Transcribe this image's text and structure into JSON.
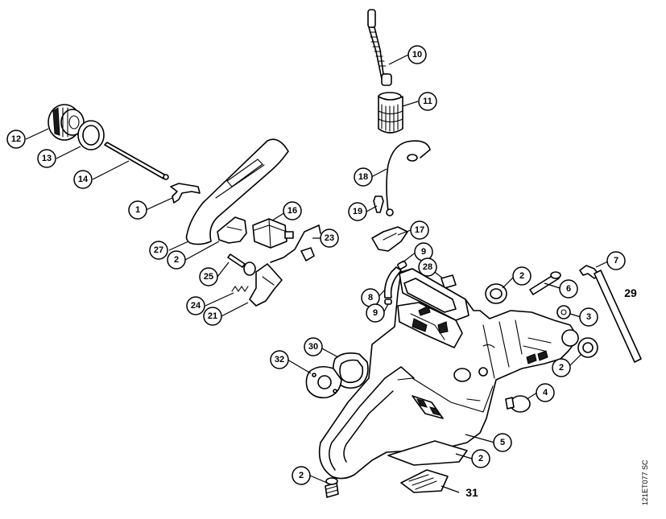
{
  "document_code": "121ET077 SC",
  "callouts": [
    {
      "id": "c10",
      "label": "10"
    },
    {
      "id": "c11",
      "label": "11"
    },
    {
      "id": "c12",
      "label": "12"
    },
    {
      "id": "c13",
      "label": "13"
    },
    {
      "id": "c14",
      "label": "14"
    },
    {
      "id": "c1",
      "label": "1"
    },
    {
      "id": "c16",
      "label": "16"
    },
    {
      "id": "c23",
      "label": "23"
    },
    {
      "id": "c27",
      "label": "27"
    },
    {
      "id": "c2a",
      "label": "2"
    },
    {
      "id": "c18",
      "label": "18"
    },
    {
      "id": "c19",
      "label": "19"
    },
    {
      "id": "c17",
      "label": "17"
    },
    {
      "id": "c9a",
      "label": "9"
    },
    {
      "id": "c25",
      "label": "25"
    },
    {
      "id": "c28",
      "label": "28"
    },
    {
      "id": "c2b",
      "label": "2"
    },
    {
      "id": "c6",
      "label": "6"
    },
    {
      "id": "c7",
      "label": "7"
    },
    {
      "id": "c8",
      "label": "8"
    },
    {
      "id": "c9b",
      "label": "9"
    },
    {
      "id": "c24",
      "label": "24"
    },
    {
      "id": "c21",
      "label": "21"
    },
    {
      "id": "c3",
      "label": "3"
    },
    {
      "id": "c30",
      "label": "30"
    },
    {
      "id": "c32",
      "label": "32"
    },
    {
      "id": "c2c",
      "label": "2"
    },
    {
      "id": "c4",
      "label": "4"
    },
    {
      "id": "c5",
      "label": "5"
    },
    {
      "id": "c2d",
      "label": "2"
    },
    {
      "id": "c2e",
      "label": "2"
    }
  ],
  "plain_labels": [
    {
      "id": "l29",
      "label": "29"
    },
    {
      "id": "l31",
      "label": "31"
    }
  ]
}
